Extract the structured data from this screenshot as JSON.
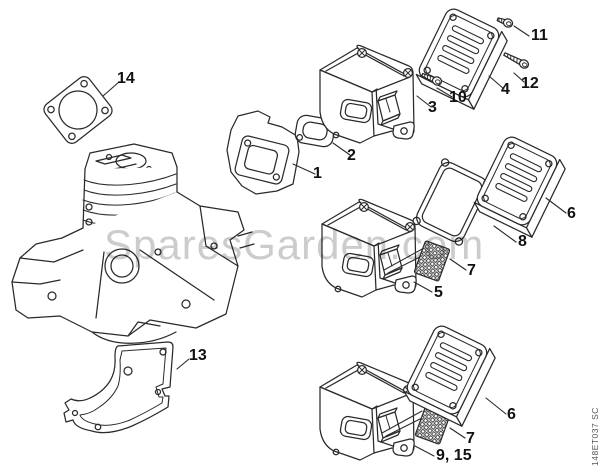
{
  "watermark": "SparesGarden.com",
  "image_code": "148ET037 SC",
  "callouts": [
    {
      "label": "14"
    },
    {
      "label": "1"
    },
    {
      "label": "2"
    },
    {
      "label": "3"
    },
    {
      "label": "10"
    },
    {
      "label": "4"
    },
    {
      "label": "11"
    },
    {
      "label": "12"
    },
    {
      "label": "8"
    },
    {
      "label": "6"
    },
    {
      "label": "7"
    },
    {
      "label": "5"
    },
    {
      "label": "6"
    },
    {
      "label": "7"
    },
    {
      "label": "9, 15"
    },
    {
      "label": "13"
    }
  ],
  "colors": {
    "line": "#2a2a2a",
    "watermark": "#c7c7c7",
    "background": "#ffffff"
  }
}
